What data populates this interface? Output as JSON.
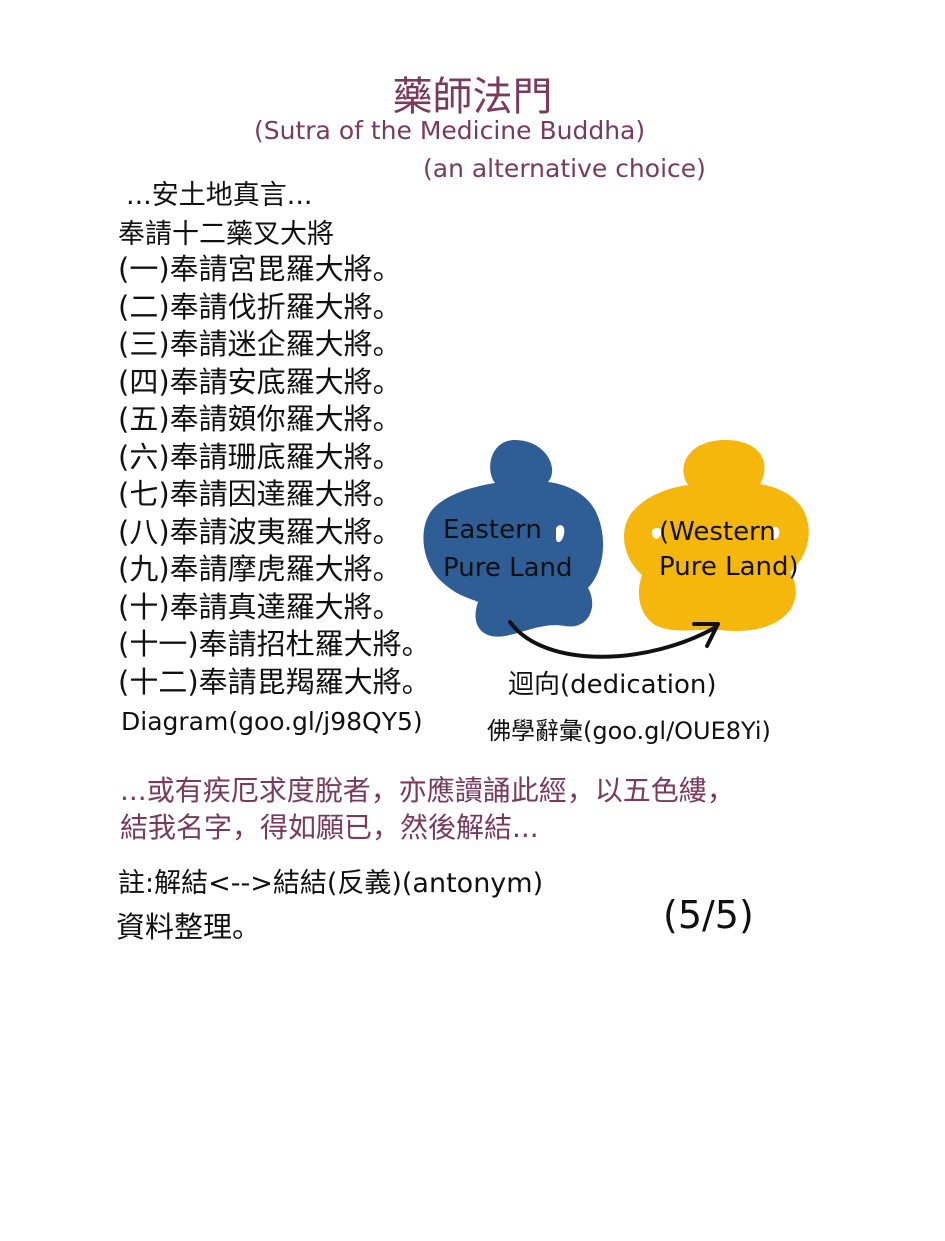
{
  "title": "藥師法門",
  "subtitle": "(Sutra of the Medicine Buddha)",
  "alternative": "(an alternative choice)",
  "intro": "...安土地真言...",
  "invitation": "奉請十二藥叉大將",
  "generals": [
    "(一)奉請宮毘羅大將。",
    "(二)奉請伐折羅大將。",
    "(三)奉請迷企羅大將。",
    "(四)奉請安底羅大將。",
    "(五)奉請頞你羅大將。",
    "(六)奉請珊底羅大將。",
    "(七)奉請因達羅大將。",
    "(八)奉請波夷羅大將。",
    "(九)奉請摩虎羅大將。",
    "(十)奉請真達羅大將。",
    "(十一)奉請招杜羅大將。",
    "(十二)奉請毘羯羅大將。"
  ],
  "eastern": {
    "line1": "Eastern",
    "line2": "Pure Land",
    "color": "#2f5d95"
  },
  "western": {
    "line1": "(Western",
    "line2": "Pure Land)",
    "color": "#f5b70b"
  },
  "dedication": "迴向(dedication)",
  "diagram_link": "Diagram(goo.gl/j98QY5)",
  "glossary_link": "佛學辭彙(goo.gl/OUE8Yi)",
  "quote": [
    "...或有疾厄求度脫者，亦應讀誦此經，以五色縷，",
    "結我名字，得如願已，然後解結..."
  ],
  "note": "註:解結<-->結結(反義)(antonym)",
  "compiled": "資料整理。",
  "page_number": "(5/5)"
}
